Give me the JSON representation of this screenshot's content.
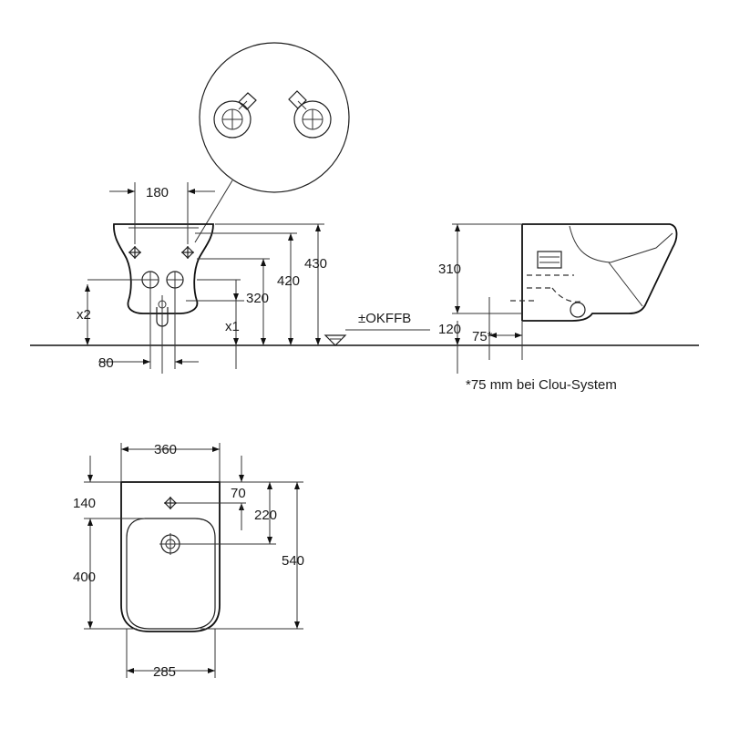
{
  "dimensions": {
    "front_tap_spacing": "180",
    "front_height_430": "430",
    "front_height_420": "420",
    "front_height_320": "320",
    "x1": "x1",
    "x2": "x2",
    "offset_80": "80",
    "floor_ref": "±OKFFB",
    "side_height_310": "310",
    "side_height_120": "120",
    "side_offset_75": "75*",
    "top_width_360": "360",
    "top_140": "140",
    "top_70": "70",
    "top_220": "220",
    "top_400": "400",
    "top_540": "540",
    "top_285": "285"
  },
  "notes": {
    "clou_system": "*75 mm bei Clou-System"
  },
  "colors": {
    "line": "#1f1f1f",
    "background": "#ffffff"
  }
}
